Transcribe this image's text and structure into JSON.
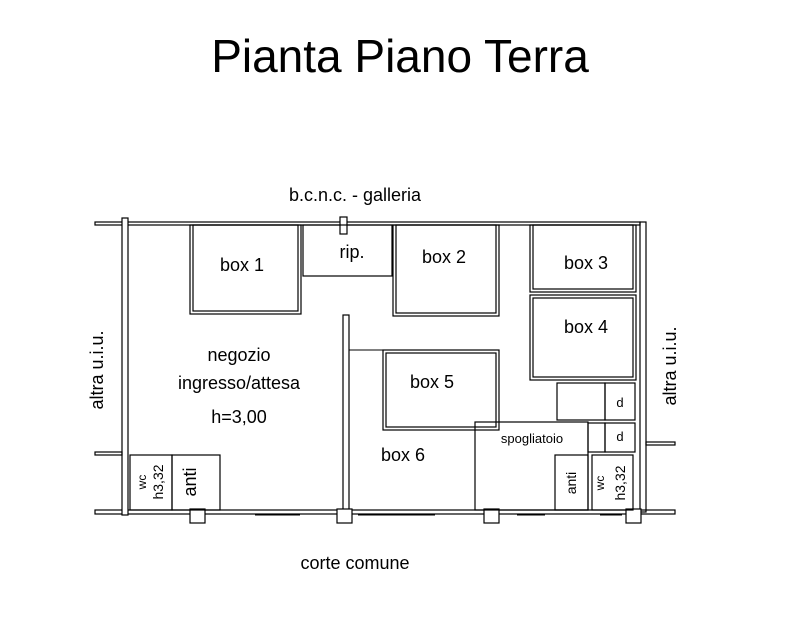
{
  "title": "Pianta Piano Terra",
  "labels": {
    "top": "b.c.n.c. - galleria",
    "bottom": "corte comune",
    "left": "altra u.i.u.",
    "right": "altra u.i.u."
  },
  "rooms": {
    "box1": "box 1",
    "rip": "rip.",
    "box2": "box 2",
    "box3": "box 3",
    "box4": "box 4",
    "box5": "box 5",
    "box6": "box 6",
    "negozio_1": "negozio",
    "negozio_2": "ingresso/attesa",
    "negozio_h": "h=3,00",
    "wc_left": "wc",
    "wc_left_h": "h3,32",
    "anti_left": "anti",
    "spogliatoio": "spogliatoio",
    "d1": "d",
    "d2": "d",
    "anti_right": "anti",
    "wc_right": "wc",
    "wc_right_h": "h3,32"
  }
}
